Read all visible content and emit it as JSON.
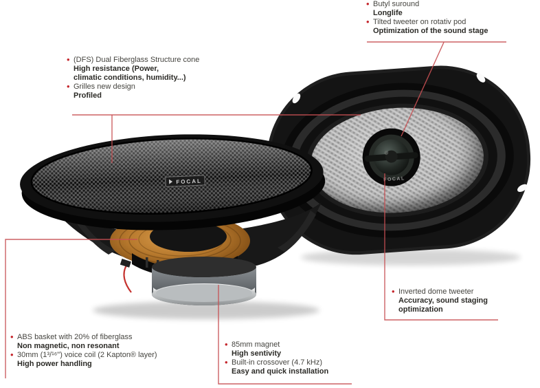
{
  "colors": {
    "accent_red": "#c5262c",
    "callout_line_red": "#c74f52",
    "text_regular": "#45443f",
    "text_bold": "#2b2a26",
    "cone_copper": "#b87a2e",
    "background": "#ffffff"
  },
  "brand": {
    "badge_text": "FOCAL",
    "tweeter_text": "FOCAL"
  },
  "callouts": {
    "top_right": {
      "items": [
        {
          "label": "Butyl suround",
          "detail": "Longlife"
        },
        {
          "label": "Tilted tweeter on rotativ pod",
          "detail": "Optimization of the sound stage"
        }
      ]
    },
    "left": {
      "items": [
        {
          "label": "(DFS) Dual Fiberglass Structure cone",
          "detail": "High resistance (Power,\nclimatic conditions, humidity...)"
        },
        {
          "label": "Grilles new design",
          "detail": "Profiled"
        }
      ]
    },
    "right_middle": {
      "items": [
        {
          "label": "Inverted dome tweeter",
          "detail": "Accuracy, sound staging\noptimization"
        }
      ]
    },
    "bottom_left": {
      "items": [
        {
          "label": "ABS basket with 20% of fiberglass",
          "detail": "Non magnetic, non resonant"
        },
        {
          "label": "30mm (1³/¹⁶\") voice coil (2 Kapton® layer)",
          "detail": "High power handling"
        }
      ]
    },
    "bottom_middle": {
      "items": [
        {
          "label": "85mm magnet",
          "detail": "High sentivity"
        },
        {
          "label": "Built-in crossover (4.7 kHz)",
          "detail": "Easy and quick installation"
        }
      ]
    }
  }
}
